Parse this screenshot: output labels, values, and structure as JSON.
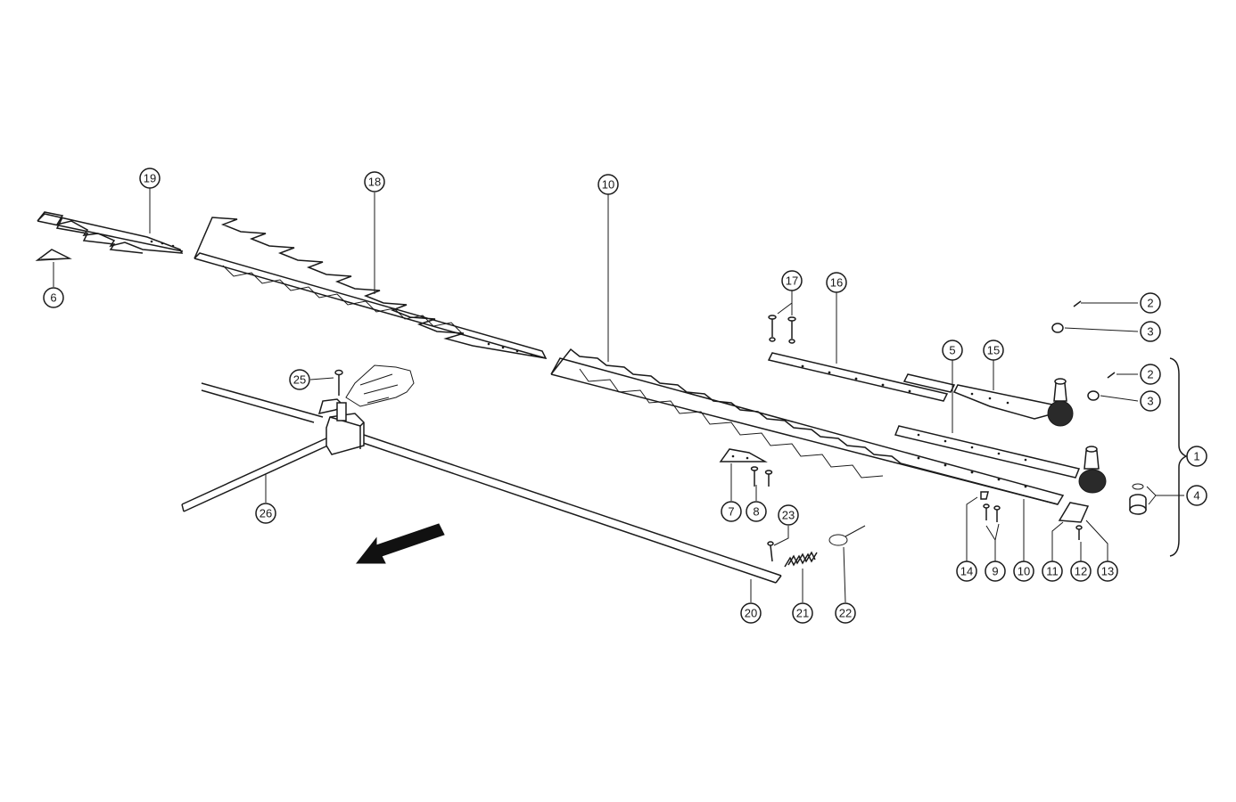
{
  "callouts": {
    "c19": "19",
    "c18": "18",
    "c10_top": "10",
    "c6": "6",
    "c17": "17",
    "c16": "16",
    "c2_top": "2",
    "c3_top": "3",
    "c5": "5",
    "c15": "15",
    "c2_mid": "2",
    "c3_mid": "3",
    "c1": "1",
    "c4": "4",
    "c25": "25",
    "c26": "26",
    "c7": "7",
    "c8": "8",
    "c23": "23",
    "c14": "14",
    "c9": "9",
    "c10_bot": "10",
    "c11": "11",
    "c12": "12",
    "c13": "13",
    "c20": "20",
    "c21": "21",
    "c22": "22"
  },
  "icons": {
    "direction_arrow": "arrow-down-left-icon"
  },
  "colors": {
    "line": "#1a1a1a",
    "background": "#ffffff"
  }
}
